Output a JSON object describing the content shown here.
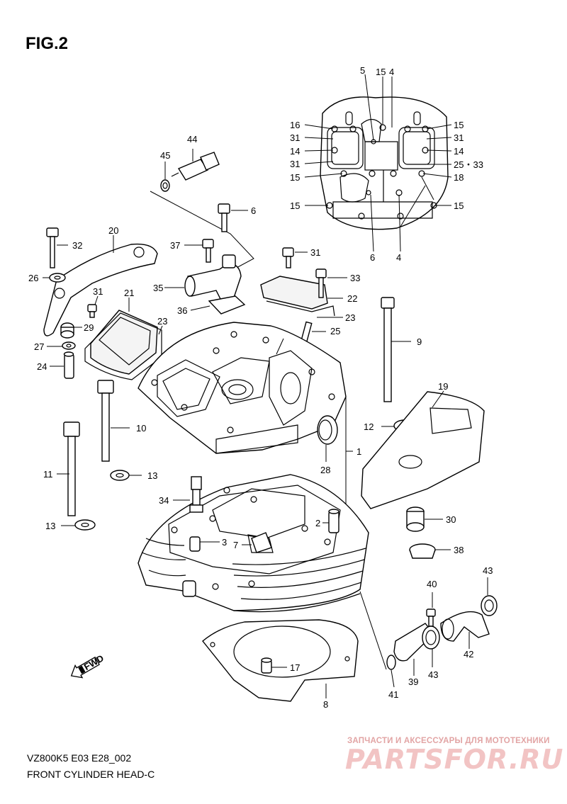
{
  "title": "FIG.2",
  "model_code": "VZ800K5 E03 E28_002",
  "diagram_name": "FRONT CYLINDER HEAD-C",
  "fwd_label": "FWD",
  "watermark": {
    "caption": "ЗАПЧАСТИ И АКСЕССУАРЫ ДЛЯ МОТОТЕХНИКИ",
    "logo": "PARTSFOR.RU"
  },
  "callouts": {
    "c5": "5",
    "c15a": "15",
    "c4a": "4",
    "c16": "16",
    "c15b": "15",
    "c31a": "31",
    "c31b": "31",
    "c14a": "14",
    "c14b": "14",
    "c31c": "31",
    "c2533": "25・33",
    "c15c": "15",
    "c18": "18",
    "c15d": "15",
    "c15e": "15",
    "c6a": "6",
    "c4b": "4",
    "c44": "44",
    "c45": "45",
    "c6b": "6",
    "c20": "20",
    "c32": "32",
    "c37": "37",
    "c31d": "31",
    "c26": "26",
    "c35": "35",
    "c36": "36",
    "c33": "33",
    "c31e": "31",
    "c21": "21",
    "c22": "22",
    "c23a": "23",
    "c23b": "23",
    "c29": "29",
    "c25": "25",
    "c27": "27",
    "c9": "9",
    "c24": "24",
    "c19": "19",
    "c12": "12",
    "c10": "10",
    "c1": "1",
    "c11": "11",
    "c13a": "13",
    "c28": "28",
    "c34": "34",
    "c30": "30",
    "c13b": "13",
    "c2": "2",
    "c3": "3",
    "c7": "7",
    "c38": "38",
    "c43a": "43",
    "c40": "40",
    "c42": "42",
    "c17": "17",
    "c41": "41",
    "c39": "39",
    "c43b": "43",
    "c8": "8"
  }
}
